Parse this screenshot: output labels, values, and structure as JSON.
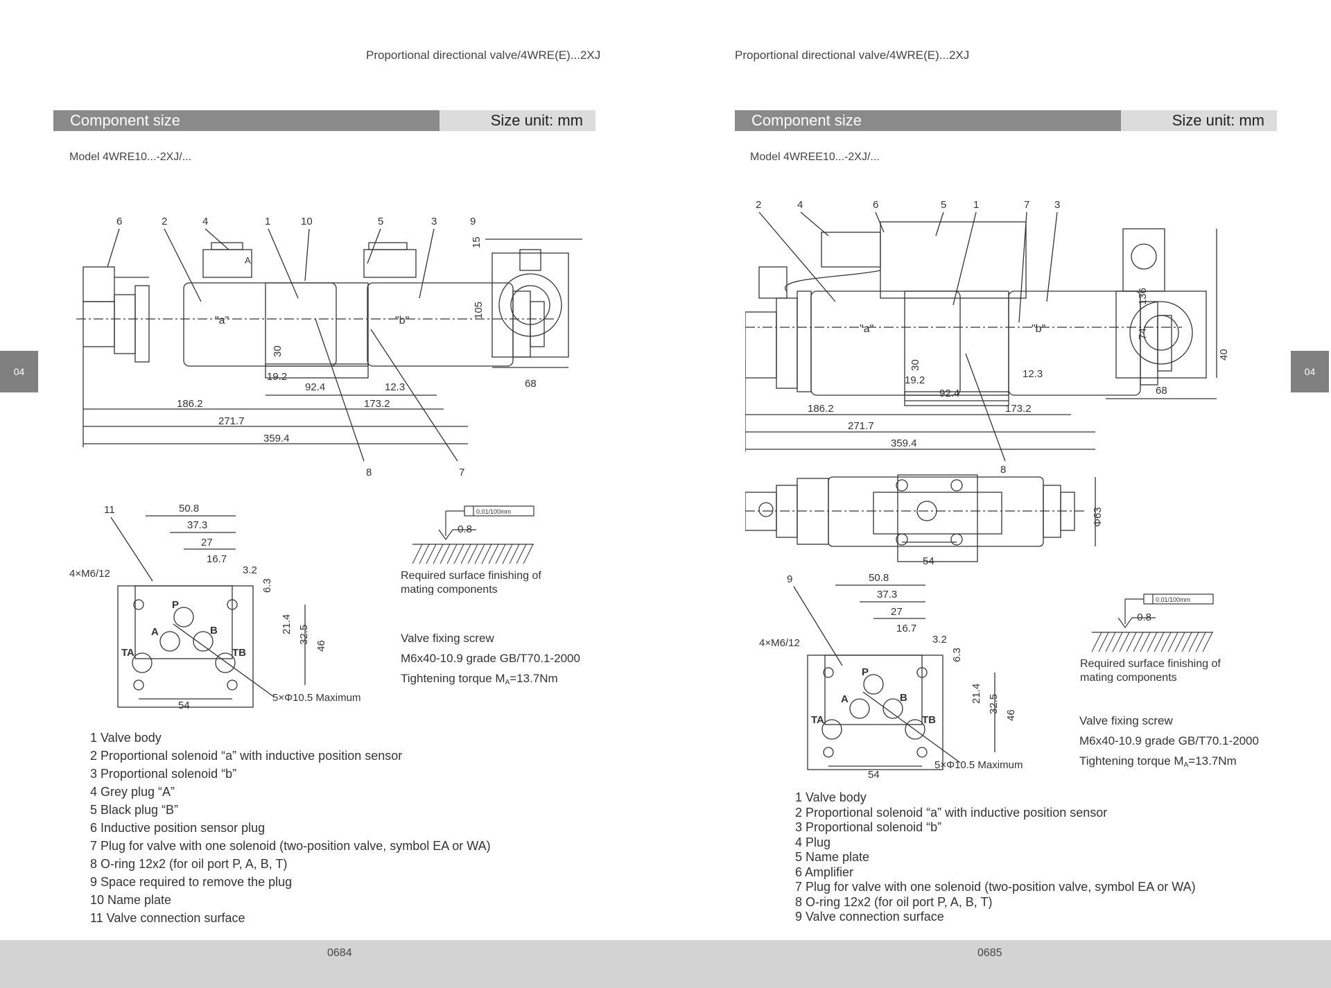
{
  "left": {
    "header": "Proportional directional valve/4WRE(E)...2XJ",
    "bar_title": "Component size",
    "bar_unit": "Size unit: mm",
    "model": "Model 4WRE10...-2XJ/...",
    "side_tab": "04",
    "page_number": "0684",
    "callouts": [
      "6",
      "2",
      "4",
      "1",
      "10",
      "5",
      "3",
      "9",
      "8",
      "7"
    ],
    "dims": {
      "d_105": "105",
      "d_15": "15",
      "d_68": "68",
      "d_30": "30",
      "d_192": "19.2",
      "d_924": "92.4",
      "d_123": "12.3",
      "d_1862": "186.2",
      "d_1732": "173.2",
      "d_2717": "271.7",
      "d_3594": "359.4",
      "marker_a": "\"a\"",
      "marker_b": "\"b\"",
      "plug_a": "A"
    },
    "interface": {
      "callout": "11",
      "d_508": "50.8",
      "d_373": "37.3",
      "d_27": "27",
      "d_167": "16.7",
      "d_32": "3.2",
      "d_63": "6.3",
      "d_214": "21.4",
      "d_325": "32.5",
      "d_46": "46",
      "d_54": "54",
      "bolts": "4×M6/12",
      "ports_max": "5×Φ10.5 Maximum",
      "port_p": "P",
      "port_a": "A",
      "port_b": "B",
      "port_ta": "TA",
      "port_tb": "TB"
    },
    "surface": {
      "flatness": "0.01/100mm",
      "roughness": "0.8",
      "line1": "Required surface finishing of",
      "line2": "mating components"
    },
    "screw": {
      "line1": "Valve fixing screw",
      "line2": "M6x40-10.9 grade GB/T70.1-2000",
      "torque_prefix": "Tightening torque M",
      "torque_sub": "A",
      "torque_suffix": "=13.7Nm"
    },
    "legend": [
      "1 Valve body",
      "2 Proportional solenoid “a” with inductive position sensor",
      "3 Proportional solenoid “b”",
      "4 Grey plug “A”",
      "5 Black plug “B”",
      "6 Inductive position sensor plug",
      "7 Plug for valve with one solenoid (two-position valve, symbol EA or WA)",
      "8 O-ring 12x2 (for oil port P, A, B, T)",
      "9 Space required to remove the plug",
      "10 Name plate",
      "11 Valve connection surface"
    ]
  },
  "right": {
    "header": "Proportional directional valve/4WRE(E)...2XJ",
    "bar_title": "Component size",
    "bar_unit": "Size unit: mm",
    "model": "Model 4WREE10...-2XJ/...",
    "side_tab": "04",
    "page_number": "0685",
    "callouts": [
      "2",
      "4",
      "6",
      "5",
      "1",
      "7",
      "3",
      "8"
    ],
    "dims": {
      "d_136": "136",
      "d_74": "74",
      "d_40": "40",
      "d_68": "68",
      "d_30": "30",
      "d_192": "19.2",
      "d_924": "92.4",
      "d_123": "12.3",
      "d_1862": "186.2",
      "d_1732": "173.2",
      "d_2717": "271.7",
      "d_3594": "359.4",
      "marker_a": "\"a\"",
      "marker_b": "\"b\"",
      "d_phi63": "Φ63",
      "d_54top": "54"
    },
    "interface": {
      "callout": "9",
      "d_508": "50.8",
      "d_373": "37.3",
      "d_27": "27",
      "d_167": "16.7",
      "d_32": "3.2",
      "d_63": "6.3",
      "d_214": "21.4",
      "d_325": "32.5",
      "d_46": "46",
      "d_54": "54",
      "bolts": "4×M6/12",
      "ports_max": "5×Φ10.5 Maximum",
      "port_p": "P",
      "port_a": "A",
      "port_b": "B",
      "port_ta": "TA",
      "port_tb": "TB"
    },
    "surface": {
      "flatness": "0.01/100mm",
      "roughness": "0.8",
      "line1": "Required surface finishing of",
      "line2": "mating components"
    },
    "screw": {
      "line1": "Valve fixing screw",
      "line2": "M6x40-10.9 grade GB/T70.1-2000",
      "torque_prefix": "Tightening torque M",
      "torque_sub": "A",
      "torque_suffix": "=13.7Nm"
    },
    "legend": [
      "1 Valve body",
      "2 Proportional solenoid “a” with inductive position sensor",
      "3 Proportional solenoid “b”",
      "4 Plug",
      "5 Name plate",
      "6 Amplifier",
      "7 Plug for valve with one solenoid (two-position valve, symbol EA or WA)",
      "8 O-ring 12x2 (for oil port P, A, B, T)",
      "9 Valve connection surface"
    ]
  },
  "colors": {
    "bar_dark": "#8a8a8a",
    "bar_light": "#dcdcdc",
    "footer": "#d3d3d3",
    "line": "#333333"
  }
}
